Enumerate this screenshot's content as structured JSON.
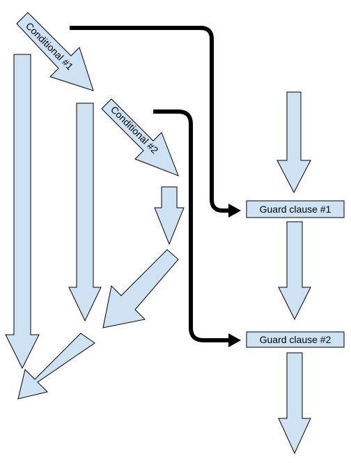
{
  "diagram": {
    "conditional_1": "Conditional #1",
    "conditional_2": "Conditional #2",
    "guard_1": "Guard clause #1",
    "guard_2": "Guard clause #2"
  },
  "colors": {
    "arrow_fill": "#cfe2f3",
    "stroke": "#000000",
    "background": "#ffffff"
  }
}
